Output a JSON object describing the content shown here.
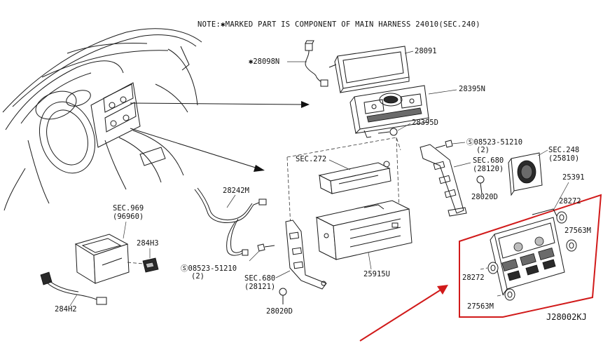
{
  "note": "NOTE:✱MARKED PART IS COMPONENT OF MAIN HARNESS 24010(SEC.240)",
  "diagram_id": "J28002KJ",
  "labels": {
    "p28098n": "✱28098N",
    "p28091": "28091",
    "p28395n": "28395N",
    "p28395d": "28395D",
    "p08523_top": "Ⓢ08523-51210",
    "p08523_top_qty": "(2)",
    "sec248": "SEC.248",
    "sec248_sub": "(25810)",
    "sec272": "SEC.272",
    "sec680_top": "SEC.680",
    "sec680_top_sub": "(28120)",
    "p28020d_top": "28020D",
    "p25391": "25391",
    "p28272_top": "28272",
    "p27563m_top": "27563M",
    "p28272_bottom": "28272",
    "p27563m_bottom": "27563M",
    "p28242m": "28242M",
    "sec969": "SEC.969",
    "sec969_sub": "(96960)",
    "p284h3": "284H3",
    "p284h2": "284H2",
    "p08523_bottom": "Ⓢ08523-51210",
    "p08523_bottom_qty": "(2)",
    "sec680_bottom": "SEC.680",
    "sec680_bottom_sub": "(28121)",
    "p25915u": "25915U",
    "p28020d_bottom": "28020D"
  },
  "colors": {
    "line": "#1a1a1a",
    "highlight": "#d11a1a",
    "background": "#ffffff"
  }
}
